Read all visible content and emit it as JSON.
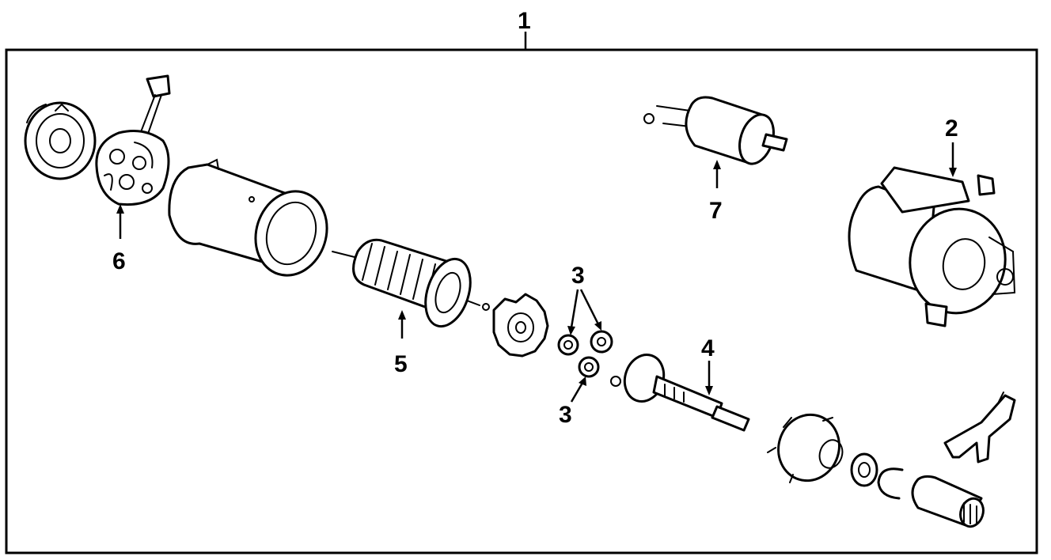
{
  "callouts": {
    "c1": "1",
    "c2": "2",
    "c3a": "3",
    "c3b": "3",
    "c4": "4",
    "c5": "5",
    "c6": "6",
    "c7": "7"
  },
  "colors": {
    "line": "#000000",
    "background": "#ffffff"
  }
}
